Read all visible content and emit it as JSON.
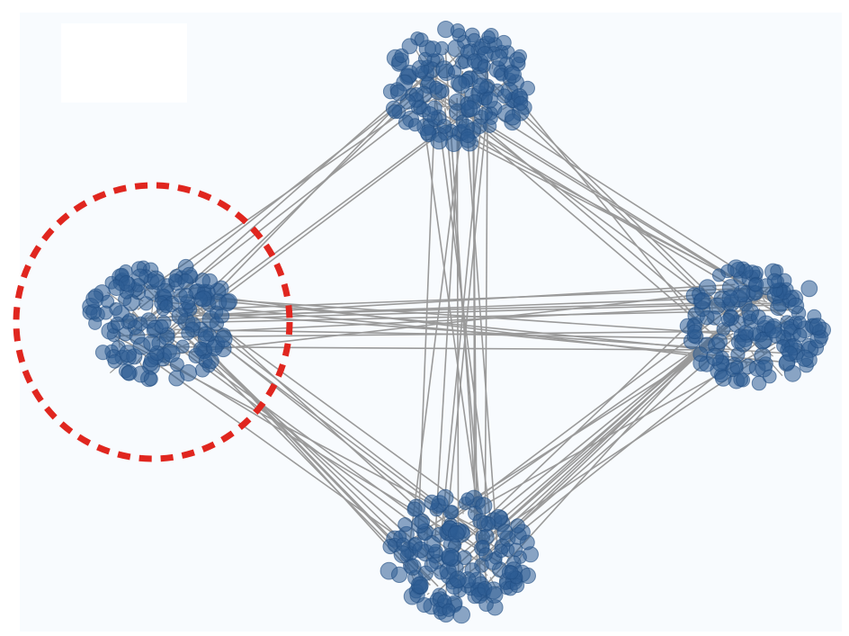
{
  "graph": {
    "type": "network",
    "clusters": [
      {
        "id": "top",
        "node_count": 150
      },
      {
        "id": "left",
        "node_count": 150
      },
      {
        "id": "right",
        "node_count": 150
      },
      {
        "id": "bottom",
        "node_count": 150
      }
    ],
    "inter_cluster_edge_counts": {
      "top-left": 8,
      "top-right": 12,
      "top-bottom": 14,
      "left-right": 16,
      "left-bottom": 16,
      "right-bottom": 16
    },
    "highlight": {
      "cluster": "left",
      "style": "dashed-circle"
    }
  },
  "colors": {
    "background": "#f8fbfe",
    "node_fill": "#2e5d94",
    "node_stroke": "#1f4c82",
    "edge": "#9a9a9a",
    "highlight": "#e0261f"
  }
}
